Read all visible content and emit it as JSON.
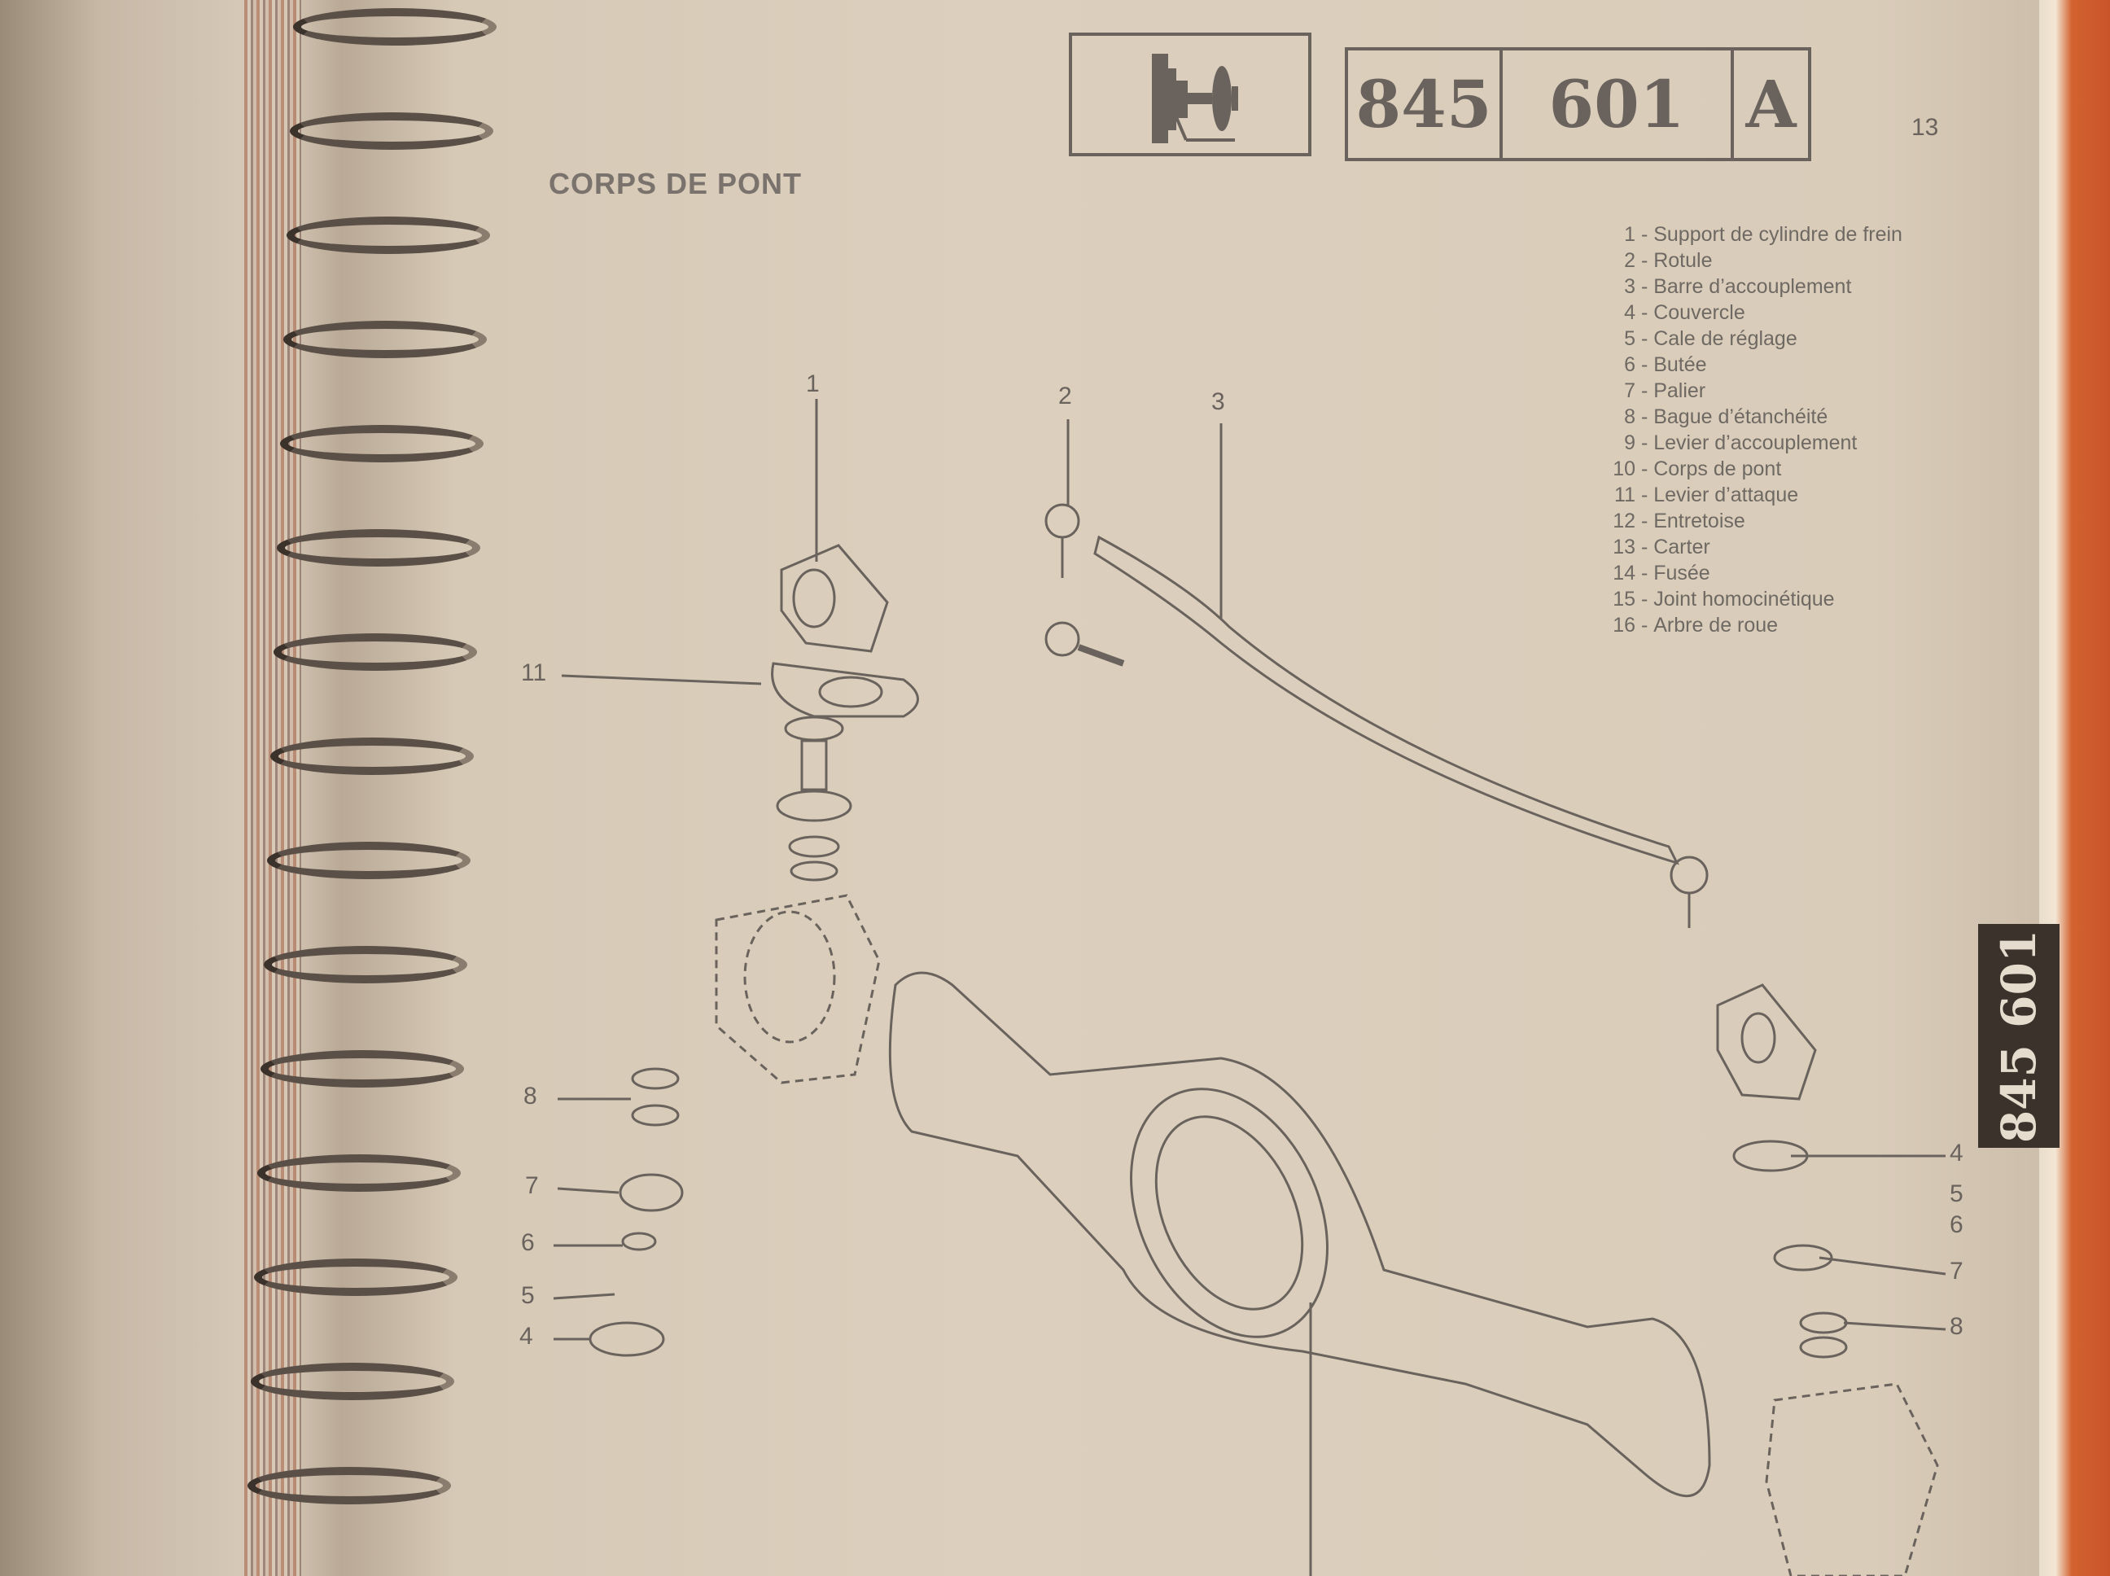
{
  "header": {
    "icon": "axle-hub-icon",
    "code_part1": "845",
    "code_part2": "601",
    "code_suffix": "A",
    "page_number": "13"
  },
  "title": "CORPS DE PONT",
  "legend": [
    {
      "n": "1",
      "label": "Support de cylindre de frein"
    },
    {
      "n": "2",
      "label": "Rotule"
    },
    {
      "n": "3",
      "label": "Barre d’accouplement"
    },
    {
      "n": "4",
      "label": "Couvercle"
    },
    {
      "n": "5",
      "label": "Cale de réglage"
    },
    {
      "n": "6",
      "label": "Butée"
    },
    {
      "n": "7",
      "label": "Palier"
    },
    {
      "n": "8",
      "label": "Bague d’étanchéité"
    },
    {
      "n": "9",
      "label": "Levier d’accouplement"
    },
    {
      "n": "10",
      "label": "Corps de pont"
    },
    {
      "n": "11",
      "label": "Levier d’attaque"
    },
    {
      "n": "12",
      "label": "Entretoise"
    },
    {
      "n": "13",
      "label": "Carter"
    },
    {
      "n": "14",
      "label": "Fusée"
    },
    {
      "n": "15",
      "label": "Joint homocinétique"
    },
    {
      "n": "16",
      "label": "Arbre de roue"
    }
  ],
  "callouts_left": [
    "1",
    "2",
    "3",
    "11",
    "8",
    "7",
    "6",
    "5",
    "4"
  ],
  "callouts_right": [
    "4",
    "5",
    "6",
    "7",
    "8"
  ],
  "side_tab": "845 601"
}
